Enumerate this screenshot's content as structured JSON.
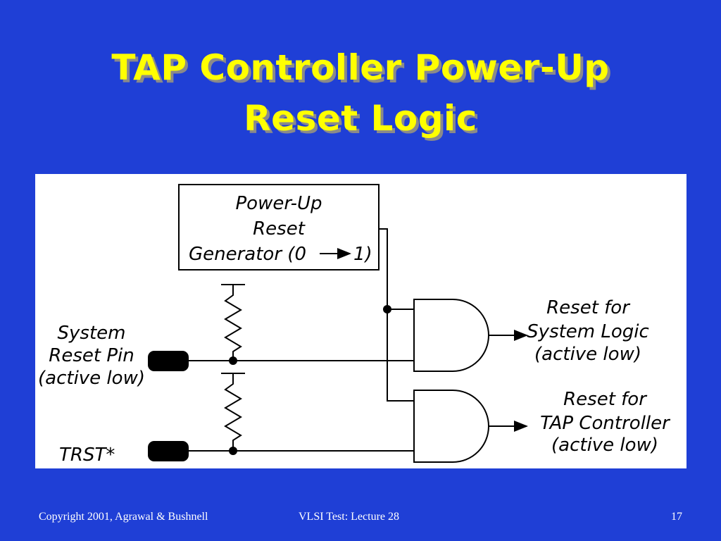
{
  "slide": {
    "title_line1": "TAP Controller Power-Up",
    "title_line2": "Reset Logic",
    "footer_copyright": "Copyright 2001, Agrawal & Bushnell",
    "footer_lecture": "VLSI Test: Lecture 28",
    "footer_page": "17"
  },
  "diagram": {
    "generator_line1": "Power-Up",
    "generator_line2": "Reset",
    "generator_line3": "Generator (0",
    "generator_line3_end": "1)",
    "sys_pin_line1": "System",
    "sys_pin_line2": "Reset Pin",
    "sys_pin_line3": "(active low)",
    "trst_label": "TRST*",
    "out1_line1": "Reset for",
    "out1_line2": "System Logic",
    "out1_line3": "(active low)",
    "out2_line1": "Reset for",
    "out2_line2": "TAP Controller",
    "out2_line3": "(active low)"
  },
  "colors": {
    "background": "#1f3fd6",
    "title": "#ffff00",
    "title_shadow": "#8a8a8a",
    "footer_text": "#ffffff"
  }
}
